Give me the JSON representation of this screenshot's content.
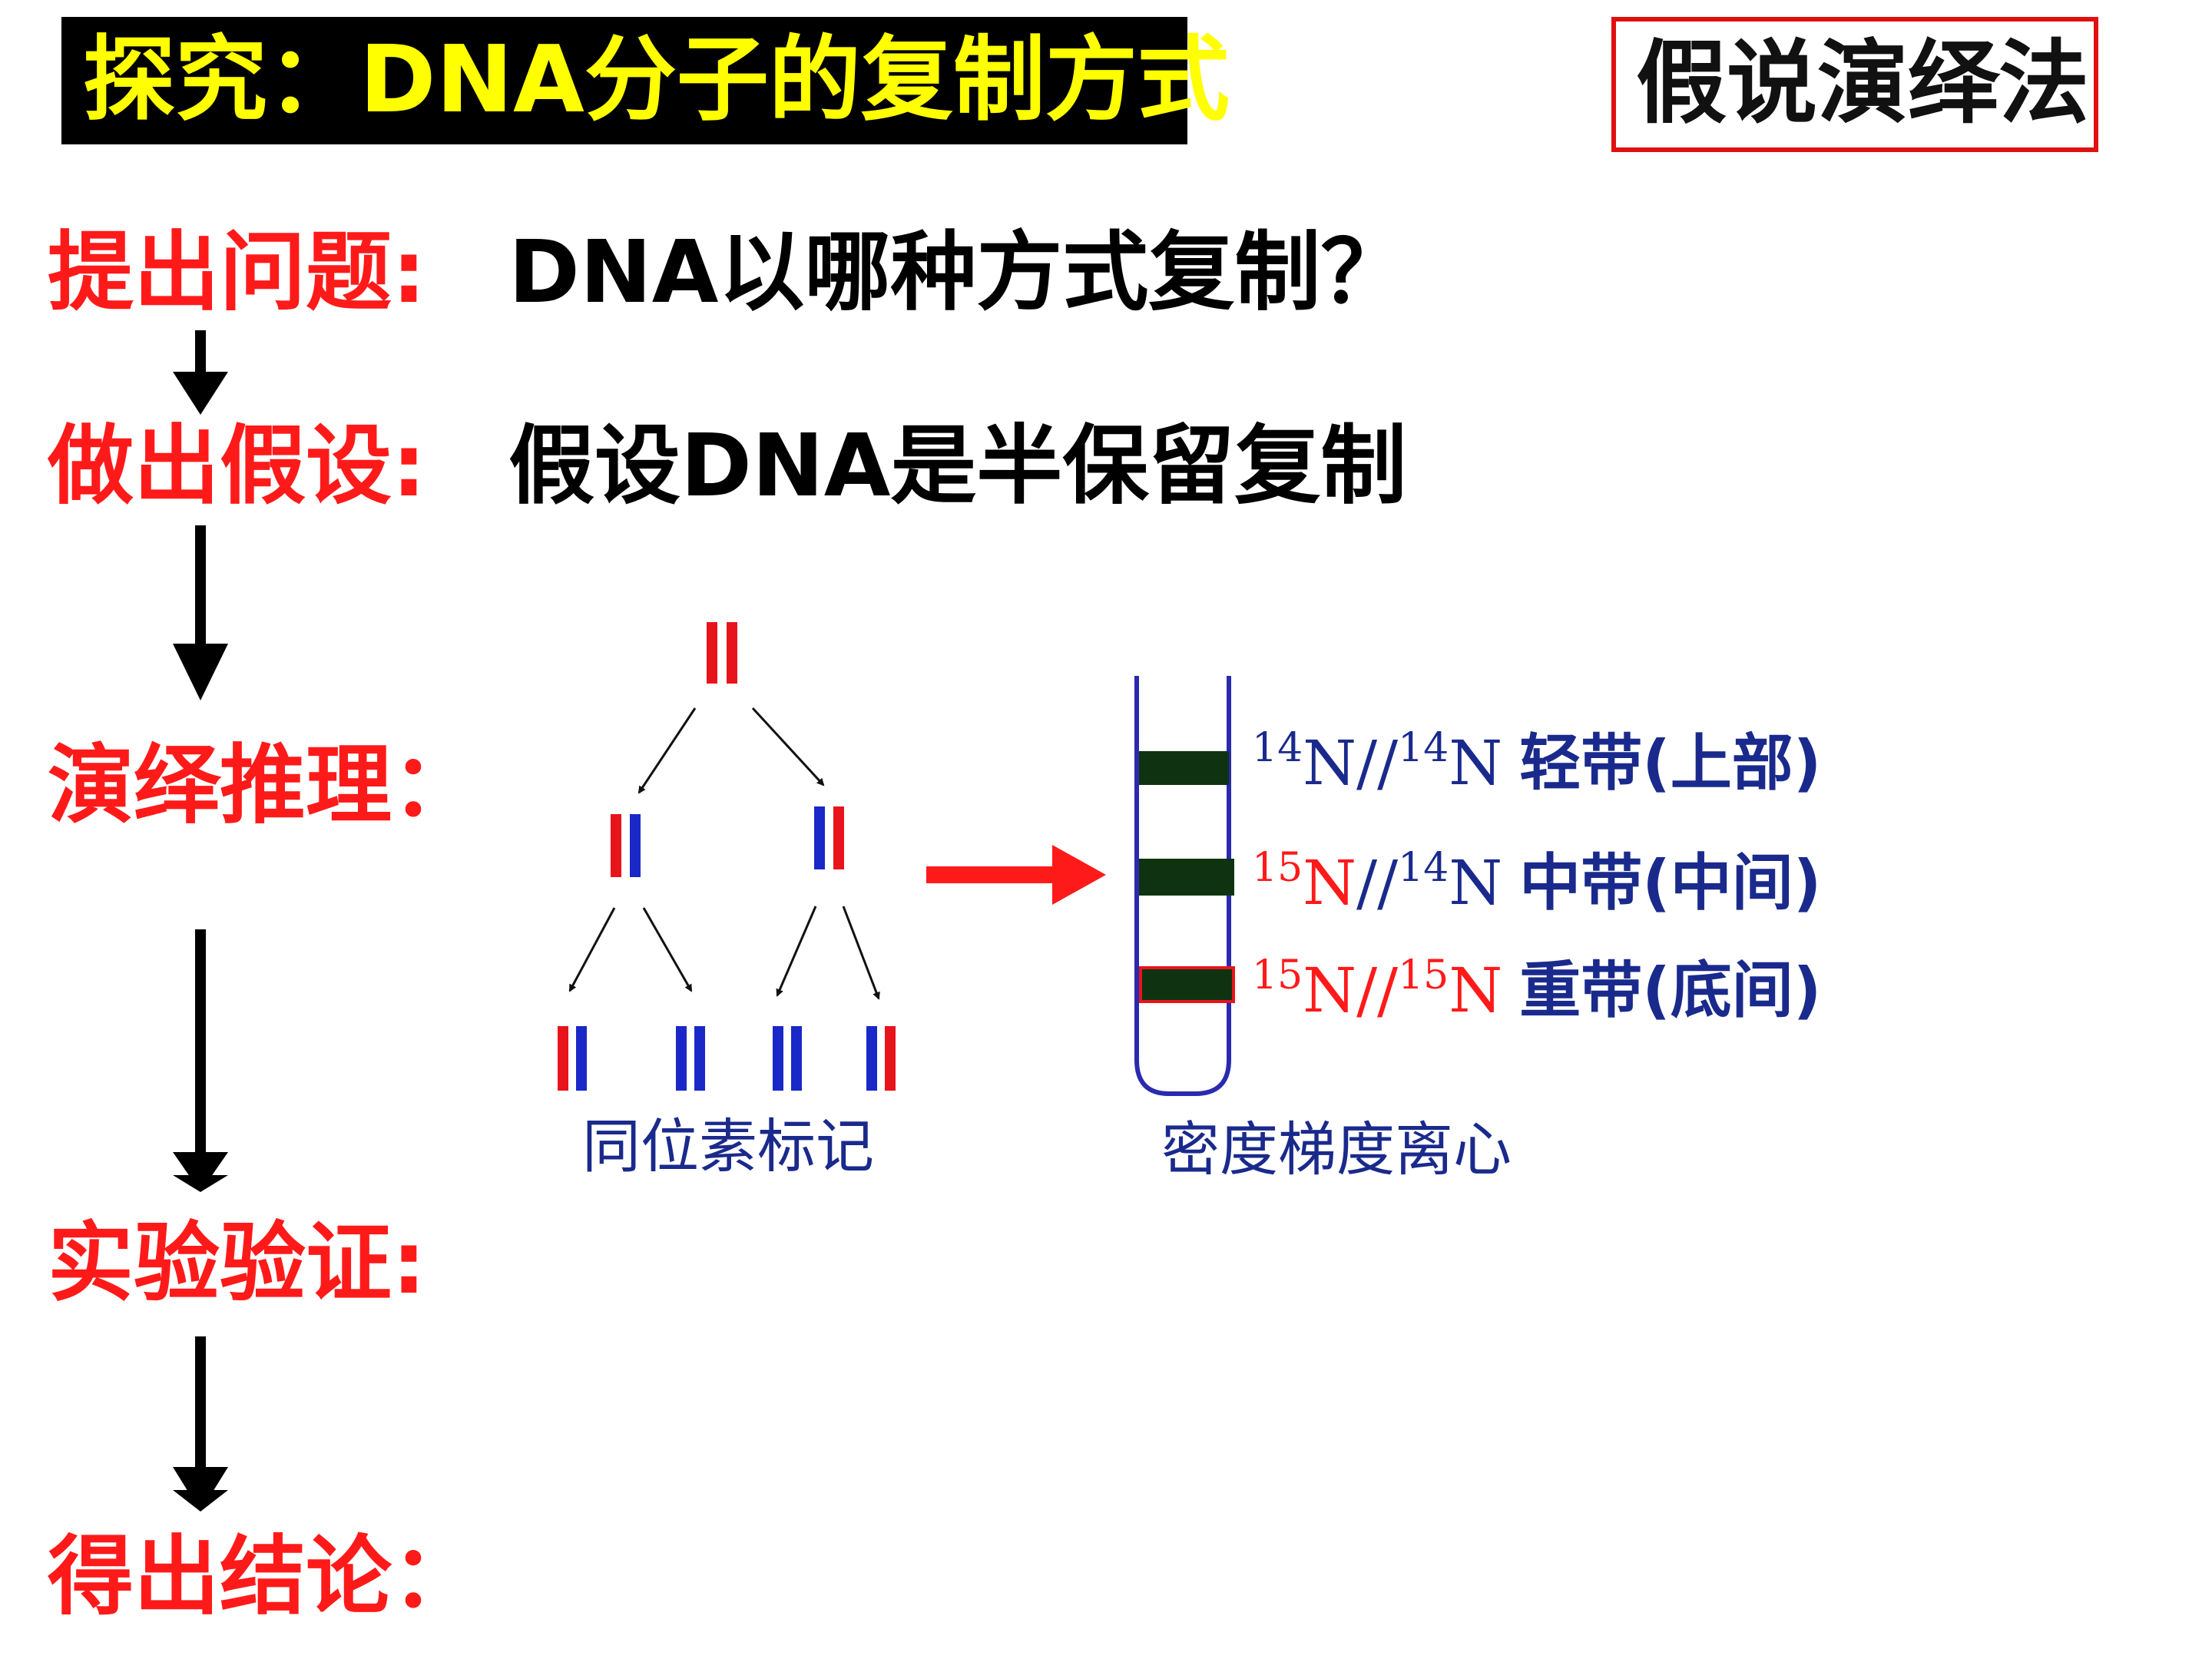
{
  "header": {
    "title": "探究：DNA分子的复制方式",
    "method": "假说演绎法"
  },
  "steps": [
    {
      "label": "提出问题:",
      "statement": "DNA以哪种方式复制？"
    },
    {
      "label": "做出假设:",
      "statement": "假设DNA是半保留复制"
    },
    {
      "label": "演绎推理："
    },
    {
      "label": "实验验证:"
    },
    {
      "label": "得出结论："
    }
  ],
  "diagram": {
    "tree_caption": "同位素标记",
    "tube_caption": "密度梯度离心",
    "bands": [
      {
        "a_mass": "14",
        "b_mass": "14",
        "element": "N",
        "sep": "//",
        "desc": "轻带(上部)"
      },
      {
        "a_mass": "15",
        "b_mass": "14",
        "element": "N",
        "sep": "//",
        "desc": "中带(中间)"
      },
      {
        "a_mass": "15",
        "b_mass": "15",
        "element": "N",
        "sep": "//",
        "desc": "重带(底间)"
      }
    ]
  },
  "colors": {
    "heavy_strand": "#e8141c",
    "light_strand": "#1a28c8",
    "band_fill": "#0f3311",
    "heading_red": "#ff1a1a",
    "label_blue": "#1a2a8c",
    "title_yellow": "#ffff00"
  }
}
